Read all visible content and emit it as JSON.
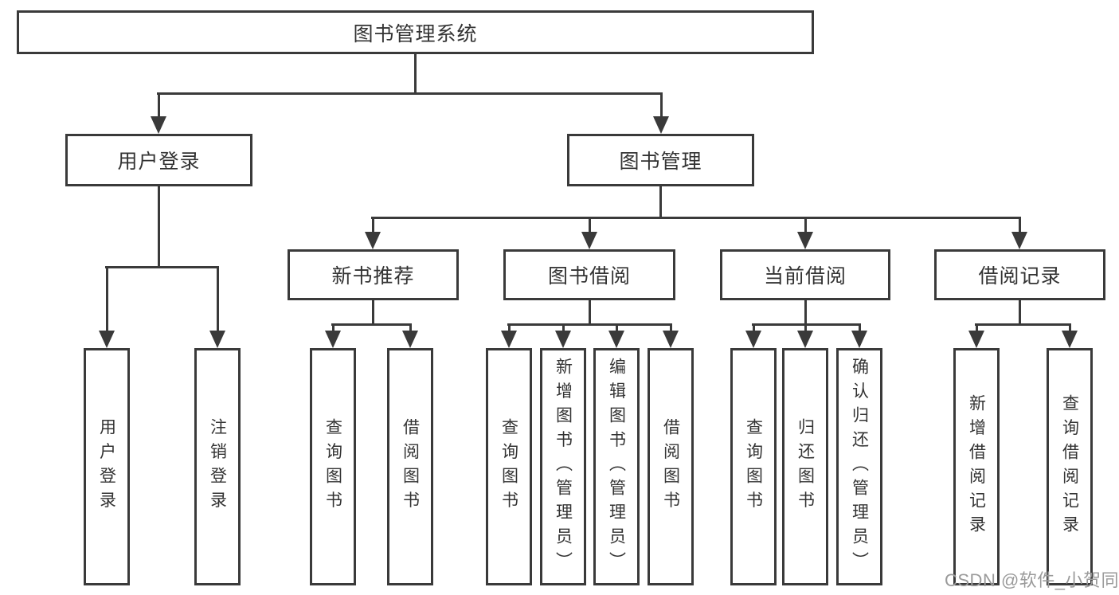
{
  "diagram_title": "图书管理系统",
  "tree": {
    "label": "图书管理系统",
    "children": [
      {
        "label": "用户登录",
        "children": [
          {
            "label": "用户登录"
          },
          {
            "label": "注销登录"
          }
        ]
      },
      {
        "label": "图书管理",
        "children": [
          {
            "label": "新书推荐",
            "children": [
              {
                "label": "查询图书"
              },
              {
                "label": "借阅图书"
              }
            ]
          },
          {
            "label": "图书借阅",
            "children": [
              {
                "label": "查询图书"
              },
              {
                "label": "新增图书（管理员）"
              },
              {
                "label": "编辑图书（管理员）"
              },
              {
                "label": "借阅图书"
              }
            ]
          },
          {
            "label": "当前借阅",
            "children": [
              {
                "label": "查询图书"
              },
              {
                "label": "归还图书"
              },
              {
                "label": "确认归还（管理员）"
              }
            ]
          },
          {
            "label": "借阅记录",
            "children": [
              {
                "label": "新增借阅记录"
              },
              {
                "label": "查询借阅记录"
              }
            ]
          }
        ]
      }
    ]
  },
  "watermark": "CSDN @软件_小贺同学",
  "colors": {
    "line": "#3a3a3a",
    "text": "#333333",
    "box_fill": "#ffffff",
    "watermark_text": "#9a9a9a",
    "background": "#ffffff"
  }
}
